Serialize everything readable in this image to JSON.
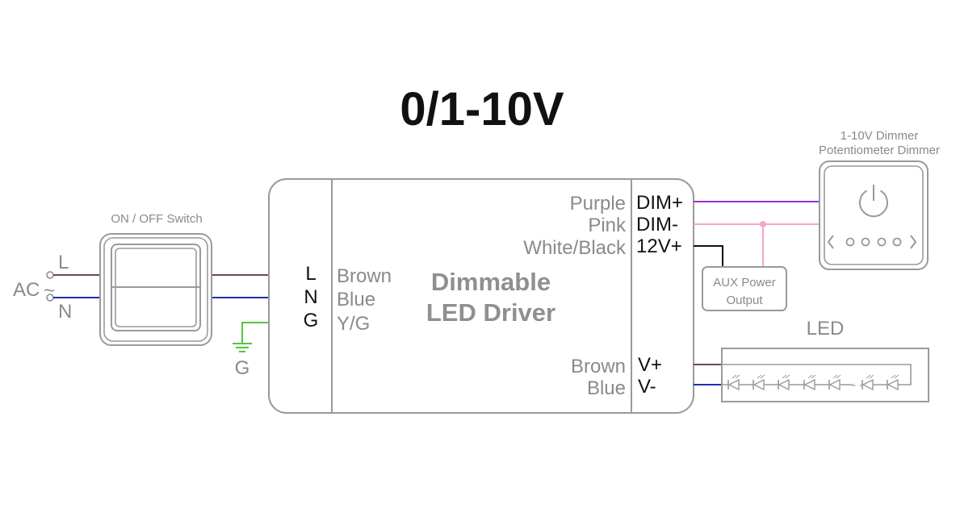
{
  "title": "0/1-10V",
  "ac_input": {
    "ac_label": "AC",
    "tilde": "~",
    "l_label": "L",
    "n_label": "N",
    "ground_label": "G"
  },
  "switch": {
    "label": "ON / OFF Switch"
  },
  "driver": {
    "name_line1": "Dimmable",
    "name_line2": "LED Driver",
    "input_terminals": [
      "L",
      "N",
      "G"
    ],
    "input_wire_colors": [
      "Brown",
      "Blue",
      "Y/G"
    ],
    "output_wire_colors": [
      "Purple",
      "Pink",
      "White/Black"
    ],
    "output_terminals": [
      "DIM+",
      "DIM-",
      "12V+"
    ],
    "led_wire_colors": [
      "Brown",
      "Blue"
    ],
    "led_terminals": [
      "V+",
      "V-"
    ]
  },
  "aux": {
    "line1": "AUX Power",
    "line2": "Output"
  },
  "dimmer": {
    "line1": "1-10V Dimmer",
    "line2": "Potentiometer Dimmer",
    "controls": "‹ o o o o ›",
    "power_icon": "power-icon"
  },
  "led": {
    "label": "LED",
    "ellipsis": "- -"
  },
  "colors": {
    "brown_wire": "#6b4a48",
    "blue_wire": "#1f2fb0",
    "green_wire": "#55c43c",
    "purple_wire": "#9a2bd6",
    "pink_wire": "#f2a6cf",
    "outline": "#9a9a9a"
  }
}
